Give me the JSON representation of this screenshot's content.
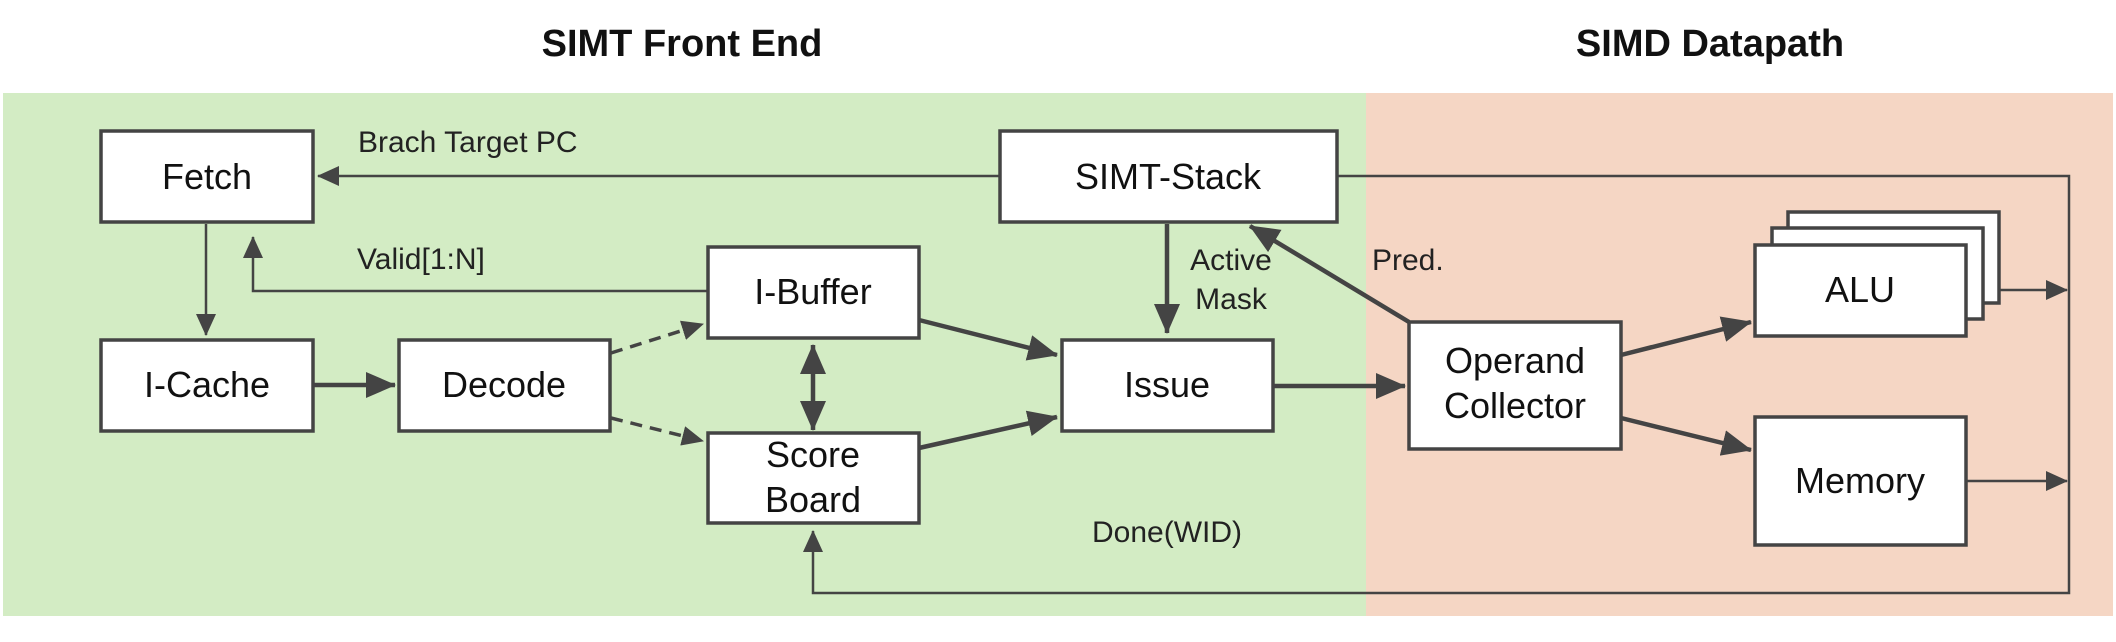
{
  "sections": {
    "front_end": "SIMT Front End",
    "datapath": "SIMD Datapath"
  },
  "blocks": {
    "fetch": "Fetch",
    "icache": "I-Cache",
    "decode": "Decode",
    "ibuffer": "I-Buffer",
    "scoreboard_1": "Score",
    "scoreboard_2": "Board",
    "simt_stack": "SIMT-Stack",
    "issue": "Issue",
    "operand_1": "Operand",
    "operand_2": "Collector",
    "alu": "ALU",
    "memory": "Memory"
  },
  "labels": {
    "branch_target": "Brach Target PC",
    "valid": "Valid[1:N]",
    "active_1": "Active",
    "active_2": "Mask",
    "pred": "Pred.",
    "done": "Done(WID)"
  },
  "colors": {
    "front_end_bg": "#d3ecc4",
    "datapath_bg": "#f5d6c4",
    "block_stroke": "#444444"
  }
}
